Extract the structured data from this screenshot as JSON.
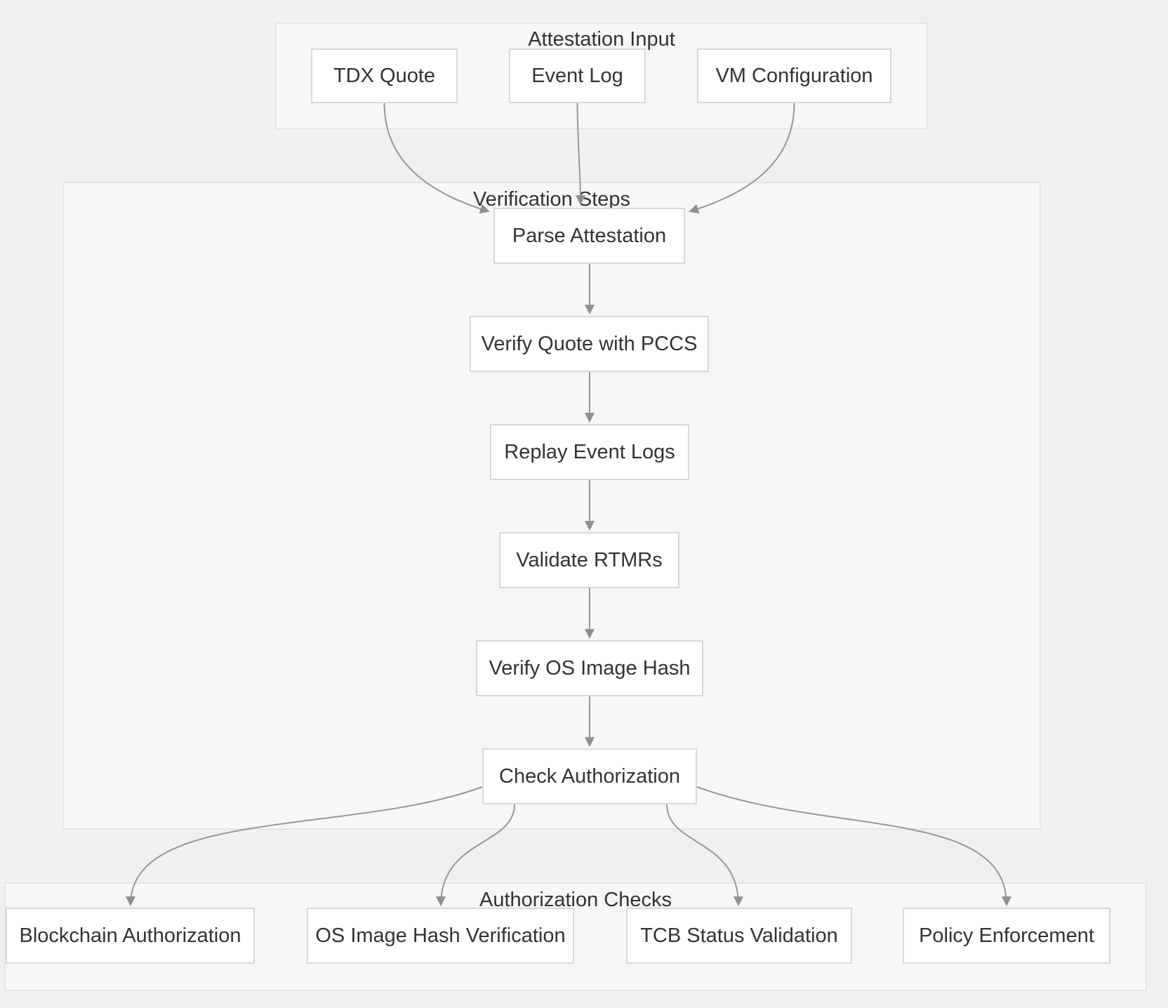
{
  "diagram": {
    "type": "flowchart",
    "direction": "top-down",
    "colors": {
      "page_bg": "#f1f0ee",
      "cluster_bg": "#f7f7f5",
      "cluster_border": "#e6e5e2",
      "node_bg": "#ffffff",
      "node_border": "#d9d8d6",
      "text": "#333333",
      "edge": "#979797"
    },
    "clusters": {
      "attestation_input": {
        "label": "Attestation Input"
      },
      "verification_steps": {
        "label": "Verification Steps"
      },
      "authorization_checks": {
        "label": "Authorization Checks"
      }
    },
    "nodes": {
      "tdx_quote": {
        "label": "TDX Quote"
      },
      "event_log": {
        "label": "Event Log"
      },
      "vm_configuration": {
        "label": "VM Configuration"
      },
      "parse_attestation": {
        "label": "Parse Attestation"
      },
      "verify_quote_with_pccs": {
        "label": "Verify Quote with PCCS"
      },
      "replay_event_logs": {
        "label": "Replay Event Logs"
      },
      "validate_rtmrs": {
        "label": "Validate RTMRs"
      },
      "verify_os_image_hash": {
        "label": "Verify OS Image Hash"
      },
      "check_authorization": {
        "label": "Check Authorization"
      },
      "blockchain_authorization": {
        "label": "Blockchain Authorization"
      },
      "os_image_hash_verification": {
        "label": "OS Image Hash Verification"
      },
      "tcb_status_validation": {
        "label": "TCB Status Validation"
      },
      "policy_enforcement": {
        "label": "Policy Enforcement"
      }
    },
    "edges": [
      {
        "from": "tdx_quote",
        "to": "parse_attestation"
      },
      {
        "from": "event_log",
        "to": "parse_attestation"
      },
      {
        "from": "vm_configuration",
        "to": "parse_attestation"
      },
      {
        "from": "parse_attestation",
        "to": "verify_quote_with_pccs"
      },
      {
        "from": "verify_quote_with_pccs",
        "to": "replay_event_logs"
      },
      {
        "from": "replay_event_logs",
        "to": "validate_rtmrs"
      },
      {
        "from": "validate_rtmrs",
        "to": "verify_os_image_hash"
      },
      {
        "from": "verify_os_image_hash",
        "to": "check_authorization"
      },
      {
        "from": "check_authorization",
        "to": "blockchain_authorization"
      },
      {
        "from": "check_authorization",
        "to": "os_image_hash_verification"
      },
      {
        "from": "check_authorization",
        "to": "tcb_status_validation"
      },
      {
        "from": "check_authorization",
        "to": "policy_enforcement"
      }
    ]
  }
}
